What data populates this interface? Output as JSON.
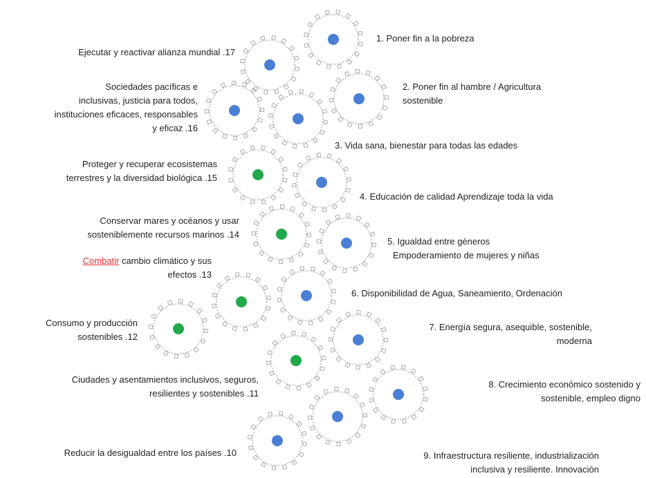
{
  "colors": {
    "social_dot": "#4a7fd4",
    "environment_dot": "#21a84a",
    "gear_stroke": "#9a9a9a",
    "highlight_text": "#e03030",
    "label_text": "#222222"
  },
  "gears": [
    {
      "goal": 1,
      "dot": "social"
    },
    {
      "goal": 2,
      "dot": "social"
    },
    {
      "goal": 3,
      "dot": "social"
    },
    {
      "goal": 4,
      "dot": "social"
    },
    {
      "goal": 5,
      "dot": "social"
    },
    {
      "goal": 6,
      "dot": "social"
    },
    {
      "goal": 7,
      "dot": "social"
    },
    {
      "goal": 8,
      "dot": "social"
    },
    {
      "goal": 9,
      "dot": "social"
    },
    {
      "goal": 10,
      "dot": "social"
    },
    {
      "goal": 11,
      "dot": "environment"
    },
    {
      "goal": 12,
      "dot": "environment"
    },
    {
      "goal": 13,
      "dot": "environment"
    },
    {
      "goal": 14,
      "dot": "environment"
    },
    {
      "goal": 15,
      "dot": "environment"
    },
    {
      "goal": 16,
      "dot": "social"
    },
    {
      "goal": 17,
      "dot": "social"
    }
  ],
  "labels": {
    "g1": [
      "1. Poner fin a la pobreza"
    ],
    "g2": [
      "2. Poner fin al hambre / Agricultura",
      "sostenible"
    ],
    "g3": [
      "3. Vida sana, bienestar para todas las edades"
    ],
    "g4": [
      "4. Educación de calidad Aprendizaje toda la vida"
    ],
    "g5": [
      "5. Igualdad entre géneros",
      "Empoderamiento de mujeres y niñas"
    ],
    "g6": [
      "6. Disponibilidad de Agua, Saneamiento, Ordenación"
    ],
    "g7": [
      "7. Energía segura, asequible, sostenible,",
      "moderna"
    ],
    "g8": [
      "8. Crecimiento económico sostenido y",
      "sostenible, empleo digno"
    ],
    "g9": [
      "9. Infraestructura resiliente, industrialización",
      "inclusiva y resiliente. Innovación"
    ],
    "g10": [
      "Reducir la desigualdad entre los países .10"
    ],
    "g11": [
      "Ciudades y asentamientos inclusivos, seguros,",
      "resilientes y sostenibles .11"
    ],
    "g12": [
      "Consumo y producción",
      "sostenibles .12"
    ],
    "g13_word": "Combatir",
    "g13_rest": " cambio climático y sus",
    "g13_line2": "efectos .13",
    "g14": [
      "Conservar mares y océanos y usar",
      "sosteniblemente recursos marinos .14"
    ],
    "g15": [
      "Proteger y recuperar ecosistemas",
      "terrestres y la diversidad biológica .15"
    ],
    "g16": [
      "Sociedades pacíficas e",
      "inclusivas, justicia para todos,",
      "instituciones eficaces, responsables",
      "y eficaz .16"
    ],
    "g17": [
      "Ejecutar y reactivar alianza mundial .17"
    ]
  }
}
